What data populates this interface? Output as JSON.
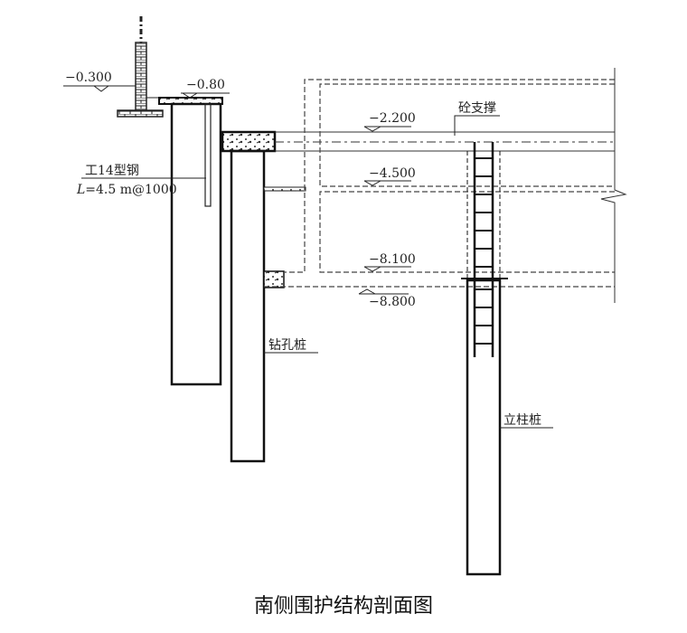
{
  "title": "南侧围护结构剖面图",
  "elevations": {
    "ground": "−0.300",
    "cap_top": "−0.80",
    "strut_1": "−2.200",
    "level_2": "−4.500",
    "level_3": "−8.100",
    "bottom": "−8.800"
  },
  "labels": {
    "steel_line1": "工14型钢",
    "steel_line2_prefix": "L",
    "steel_line2_rest": "=4.5 m@1000",
    "concrete_strut": "砼支撑",
    "bored_pile": "钻孔桩",
    "column_pile": "立柱桩"
  }
}
